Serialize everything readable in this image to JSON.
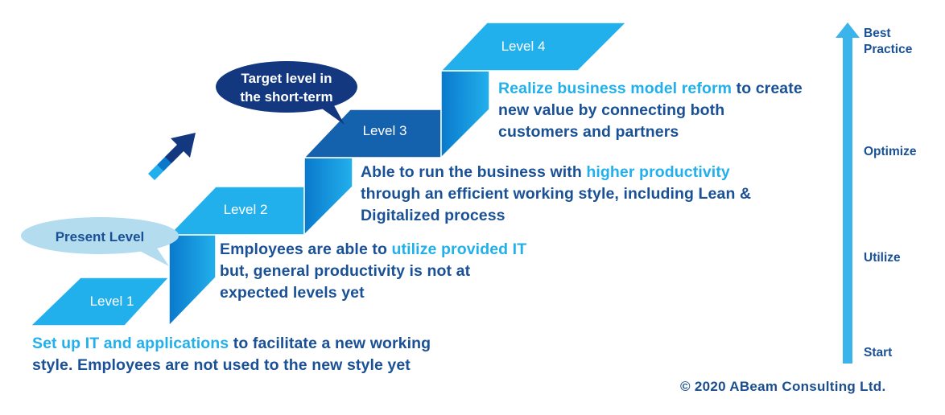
{
  "levels": [
    {
      "label": "Level 1"
    },
    {
      "label": "Level 2"
    },
    {
      "label": "Level 3"
    },
    {
      "label": "Level 4"
    }
  ],
  "callouts": {
    "present": "Present Level",
    "target_line1": "Target level in",
    "target_line2": "the short-term"
  },
  "descriptions": {
    "level1": {
      "highlight": "Set up IT and applications",
      "rest_line1": " to facilitate a new working",
      "line2": "style. Employees are not used to the new style yet"
    },
    "level2": {
      "line1_pre": "Employees are able to ",
      "highlight": "utilize provided IT",
      "line2": "but, general productivity is not at",
      "line3": "expected levels yet"
    },
    "level3": {
      "line1_pre": "Able to run the business with ",
      "highlight": "higher productivity",
      "line2": "through an efficient working style, including Lean &",
      "line3": "Digitalized process"
    },
    "level4": {
      "highlight": "Realize business model reform",
      "rest_line1": " to create",
      "line2": "new value by connecting both",
      "line3": "customers and partners"
    }
  },
  "axis": {
    "labels": [
      "Best",
      "Practice",
      "Optimize",
      "Utilize",
      "Start"
    ]
  },
  "copyright": "© 2020  ABeam Consulting Ltd.",
  "colors": {
    "step_light": "#22b0ec",
    "step_dark": "#0a6fc2",
    "level3_top": "#1461ad",
    "navy": "#13387f",
    "callout_light": "#b3dcef",
    "text_blue": "#1a5196",
    "axis_arrow": "#3ab4eb"
  },
  "icons": {
    "progress_arrow": "diagonal-up-right-arrow-icon"
  }
}
